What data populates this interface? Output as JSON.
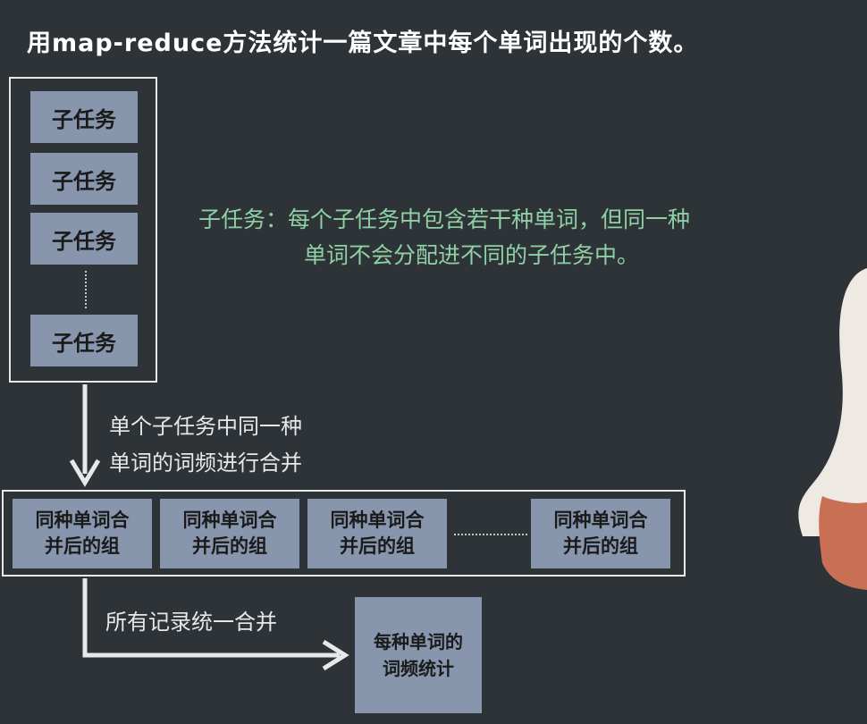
{
  "title": "用map-reduce方法统计一篇文章中每个单词出现的个数。",
  "subtasks": [
    "子任务",
    "子任务",
    "子任务",
    "子任务"
  ],
  "note": {
    "line1": "子任务：每个子任务中包含若干种单词，但同一种",
    "line2": "单词不会分配进不同的子任务中。"
  },
  "step1": {
    "line1": "单个子任务中同一种",
    "line2": "单词的词频进行合并"
  },
  "groups": [
    {
      "line1": "同种单词合",
      "line2": "并后的组"
    },
    {
      "line1": "同种单词合",
      "line2": "并后的组"
    },
    {
      "line1": "同种单词合",
      "line2": "并后的组"
    },
    {
      "line1": "同种单词合",
      "line2": "并后的组"
    }
  ],
  "step2": "所有记录统一合并",
  "result": {
    "line1": "每种单词的",
    "line2": "词频统计"
  },
  "colors": {
    "background": "#2e3338",
    "box_fill": "#8795ad",
    "note_text": "#8fd0a5",
    "frame": "#e8e8e8"
  }
}
